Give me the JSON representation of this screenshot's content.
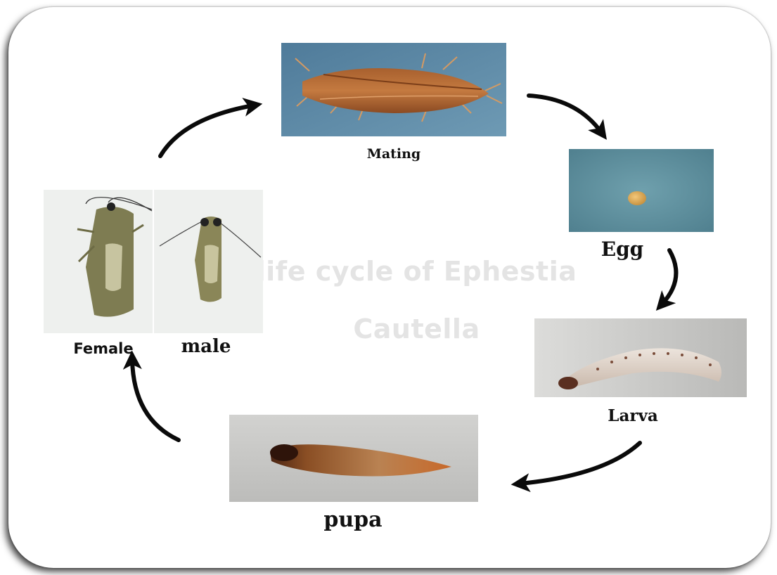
{
  "watermark": {
    "line1": "life cycle of Ephestia",
    "line2": "Cautella"
  },
  "stages": {
    "mating": "Mating",
    "egg": "Egg",
    "larva": "Larva",
    "pupa": "pupa",
    "female": "Female",
    "male": "male"
  },
  "colors": {
    "mating_bg": "#5d8aa7",
    "egg_bg": "#5f8f9c",
    "larva_bg": "#c9c9c7",
    "pupa_bg": "#c7c7c5",
    "adult_bg": "#eef0ee",
    "arrow": "#0a0a0a"
  },
  "icons": [
    "arrow-curved-icon"
  ]
}
